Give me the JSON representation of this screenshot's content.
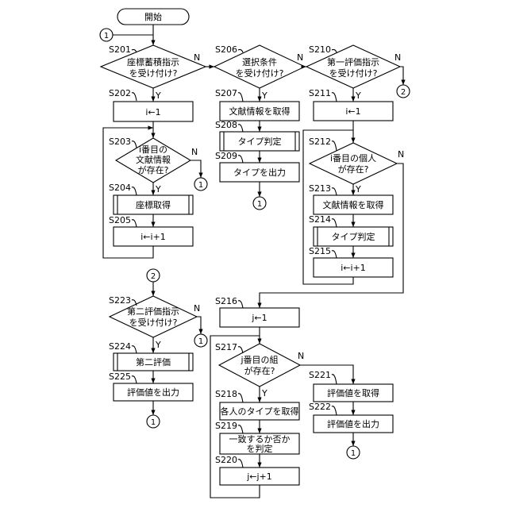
{
  "start_label": "開始",
  "connector_1": "1",
  "connector_2": "2",
  "yes": "Y",
  "no": "N",
  "steps": {
    "s201": {
      "id": "S201",
      "lines": [
        "座標蓄積指示",
        "を受け付け?"
      ]
    },
    "s202": {
      "id": "S202",
      "text": "i←1"
    },
    "s203": {
      "id": "S203",
      "lines": [
        "i番目の",
        "文献情報",
        "が存在?"
      ]
    },
    "s204": {
      "id": "S204",
      "text": "座標取得"
    },
    "s205": {
      "id": "S205",
      "text": "i←i+1"
    },
    "s206": {
      "id": "S206",
      "lines": [
        "選択条件",
        "を受け付け?"
      ]
    },
    "s207": {
      "id": "S207",
      "text": "文献情報を取得"
    },
    "s208": {
      "id": "S208",
      "text": "タイプ判定"
    },
    "s209": {
      "id": "S209",
      "text": "タイプを出力"
    },
    "s210": {
      "id": "S210",
      "lines": [
        "第一評価指示",
        "を受け付け?"
      ]
    },
    "s211": {
      "id": "S211",
      "text": "i←1"
    },
    "s212": {
      "id": "S212",
      "lines": [
        "i番目の個人",
        "が存在?"
      ]
    },
    "s213": {
      "id": "S213",
      "text": "文献情報を取得"
    },
    "s214": {
      "id": "S214",
      "text": "タイプ判定"
    },
    "s215": {
      "id": "S215",
      "text": "i←i+1"
    },
    "s216": {
      "id": "S216",
      "text": "j←1"
    },
    "s217": {
      "id": "S217",
      "lines": [
        "j番目の組",
        "が存在?"
      ]
    },
    "s218": {
      "id": "S218",
      "text": "各人のタイプを取得"
    },
    "s219": {
      "id": "S219",
      "lines": [
        "一致するか否か",
        "を判定"
      ]
    },
    "s220": {
      "id": "S220",
      "text": "j←j+1"
    },
    "s221": {
      "id": "S221",
      "text": "評価値を取得"
    },
    "s222": {
      "id": "S222",
      "text": "評価値を出力"
    },
    "s223": {
      "id": "S223",
      "lines": [
        "第二評価指示",
        "を受け付け?"
      ]
    },
    "s224": {
      "id": "S224",
      "text": "第二評価"
    },
    "s225": {
      "id": "S225",
      "text": "評価値を出力"
    }
  }
}
